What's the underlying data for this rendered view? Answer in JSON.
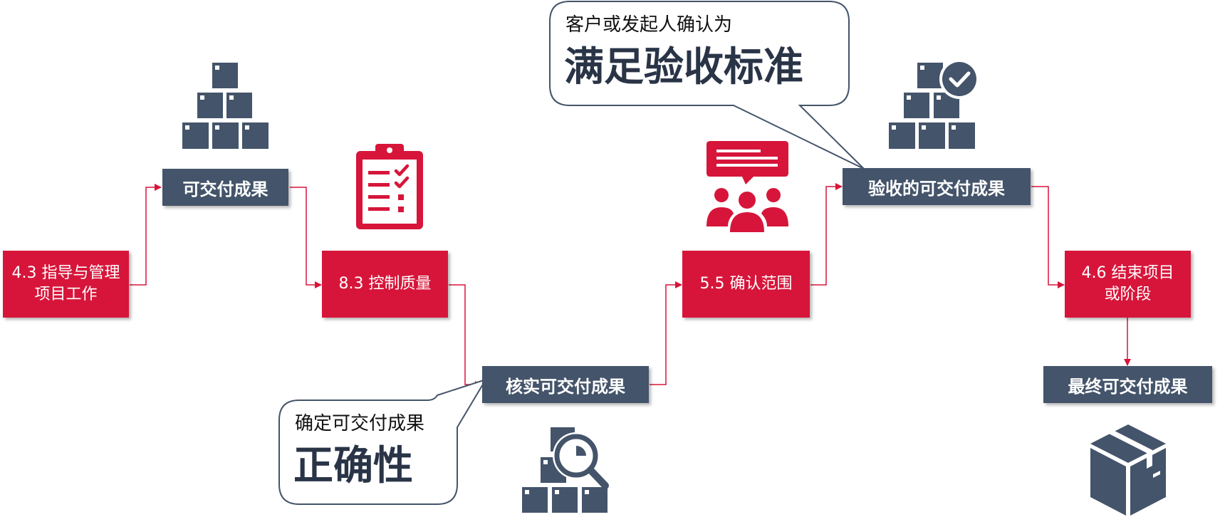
{
  "nodes": {
    "direct_manage": "4.3 指导与管理项目工作",
    "deliverables": "可交付成果",
    "control_quality": "8.3 控制质量",
    "verified_deliverables": "核实可交付成果",
    "validate_scope": "5.5 确认范围",
    "accepted_deliverables": "验收的可交付成果",
    "close_project": "4.6 结束项目或阶段",
    "final_deliverables": "最终可交付成果"
  },
  "callouts": {
    "acceptance": {
      "small": "客户或发起人确认为",
      "big": "满足验收标准"
    },
    "correctness": {
      "small": "确定可交付成果",
      "big": "正确性"
    }
  },
  "colors": {
    "accent_red": "#d7153a",
    "navy": "#44546a",
    "callout_text": "#2a3447"
  },
  "icons": [
    "boxes-pyramid-icon",
    "clipboard-checklist-icon",
    "boxes-magnifier-icon",
    "meeting-presentation-icon",
    "boxes-checkmark-icon",
    "package-box-icon"
  ]
}
